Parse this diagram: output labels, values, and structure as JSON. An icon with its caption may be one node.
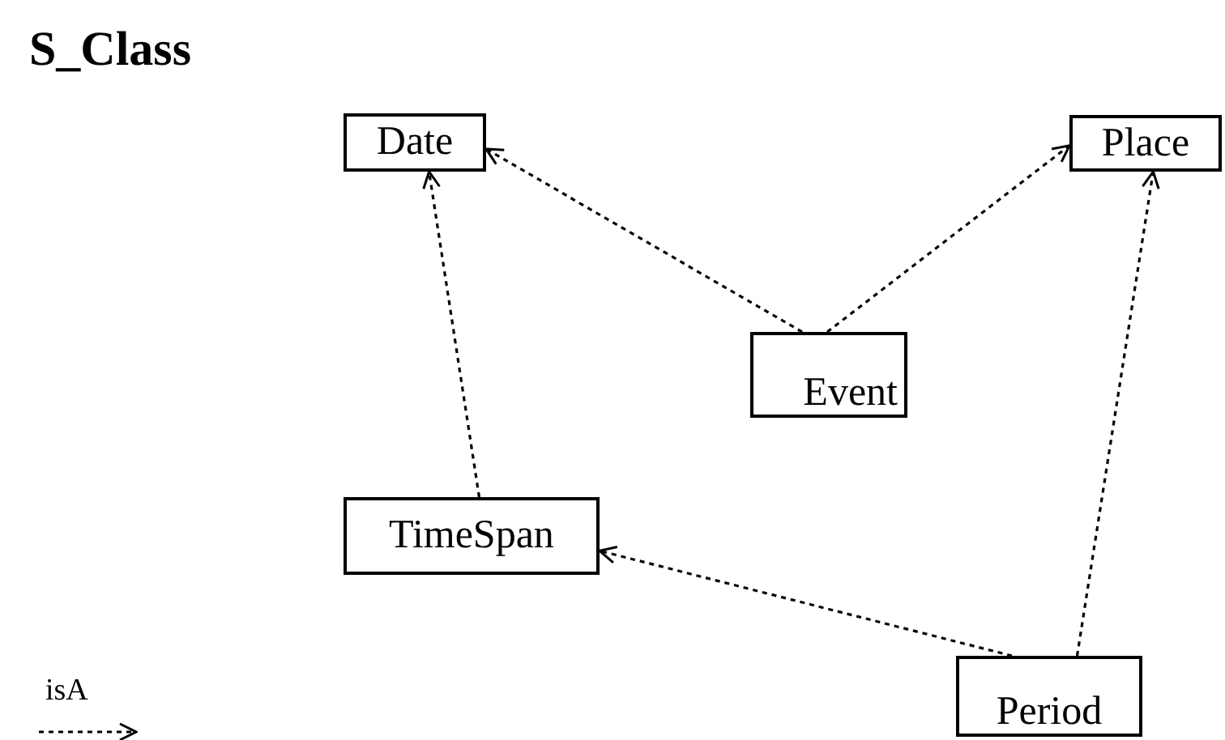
{
  "diagram": {
    "title": "S_Class",
    "nodes": [
      {
        "text": [
          "Date"
        ]
      },
      {
        "text": [
          "Place"
        ]
      },
      {
        "text": [
          "Event"
        ]
      },
      {
        "text": [
          "TimeSpan"
        ]
      },
      {
        "text": [
          "Period"
        ]
      }
    ],
    "edges": [
      {
        "from": 2,
        "to": 0,
        "arrow": "to",
        "style": "dashed"
      },
      {
        "from": 2,
        "to": 1,
        "arrow": "to",
        "style": "dashed"
      },
      {
        "from": 3,
        "to": 0,
        "arrow": "to",
        "style": "dashed"
      },
      {
        "from": 4,
        "to": 3,
        "arrow": "to",
        "style": "dashed"
      },
      {
        "from": 4,
        "to": 1,
        "arrow": "to",
        "style": "dashed"
      }
    ],
    "legend": [
      {
        "text": "isA"
      }
    ]
  }
}
